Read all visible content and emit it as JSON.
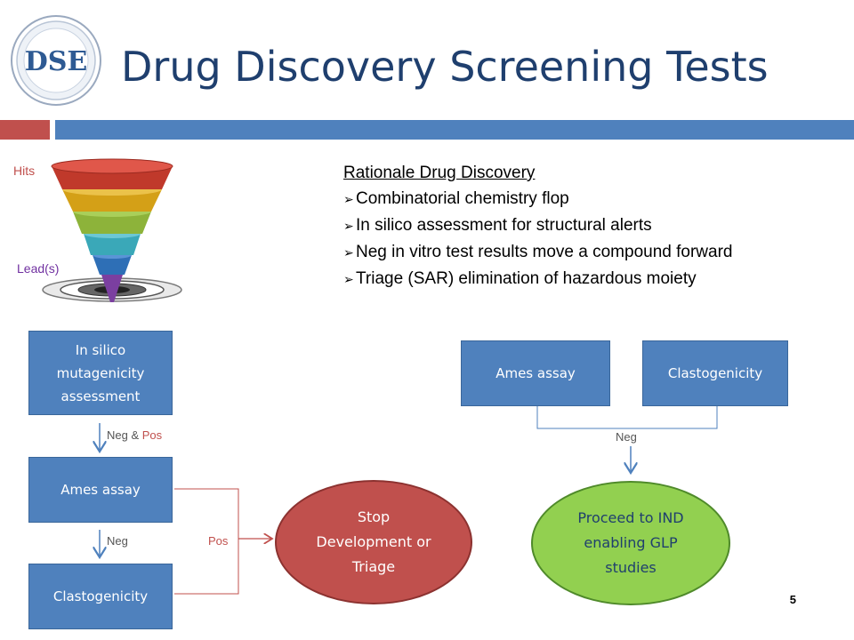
{
  "header": {
    "logo_text": "DSE",
    "title": "Drug Discovery Screening Tests",
    "accent_red": "#c0504d",
    "accent_blue": "#4f81bd"
  },
  "funnel": {
    "top_label": "Hits",
    "bottom_label": "Lead(s)",
    "layer_colors": [
      "#c0392b",
      "#d4a017",
      "#8db33a",
      "#3aa8b8",
      "#2e6fb6",
      "#7b3fa0"
    ]
  },
  "rationale": {
    "heading": "Rationale Drug Discovery",
    "items": [
      "Combinatorial chemistry flop",
      "In silico assessment for structural alerts",
      "Neg in vitro test results move a compound forward",
      "Triage (SAR) elimination of hazardous moiety"
    ]
  },
  "left_flow": {
    "box1": "In silico mutagenicity assessment",
    "box2": "Ames assay",
    "box3": "Clastogenicity",
    "edge1_neg": "Neg &",
    "edge1_pos": "Pos",
    "edge2": "Neg",
    "edge_pos": "Pos"
  },
  "right_flow": {
    "box1": "Ames assay",
    "box2": "Clastogenicity",
    "edge_neg": "Neg"
  },
  "outcomes": {
    "stop": "Stop Development or Triage",
    "proceed": "Proceed to IND enabling GLP studies"
  },
  "footer": {
    "page_number": "5"
  }
}
